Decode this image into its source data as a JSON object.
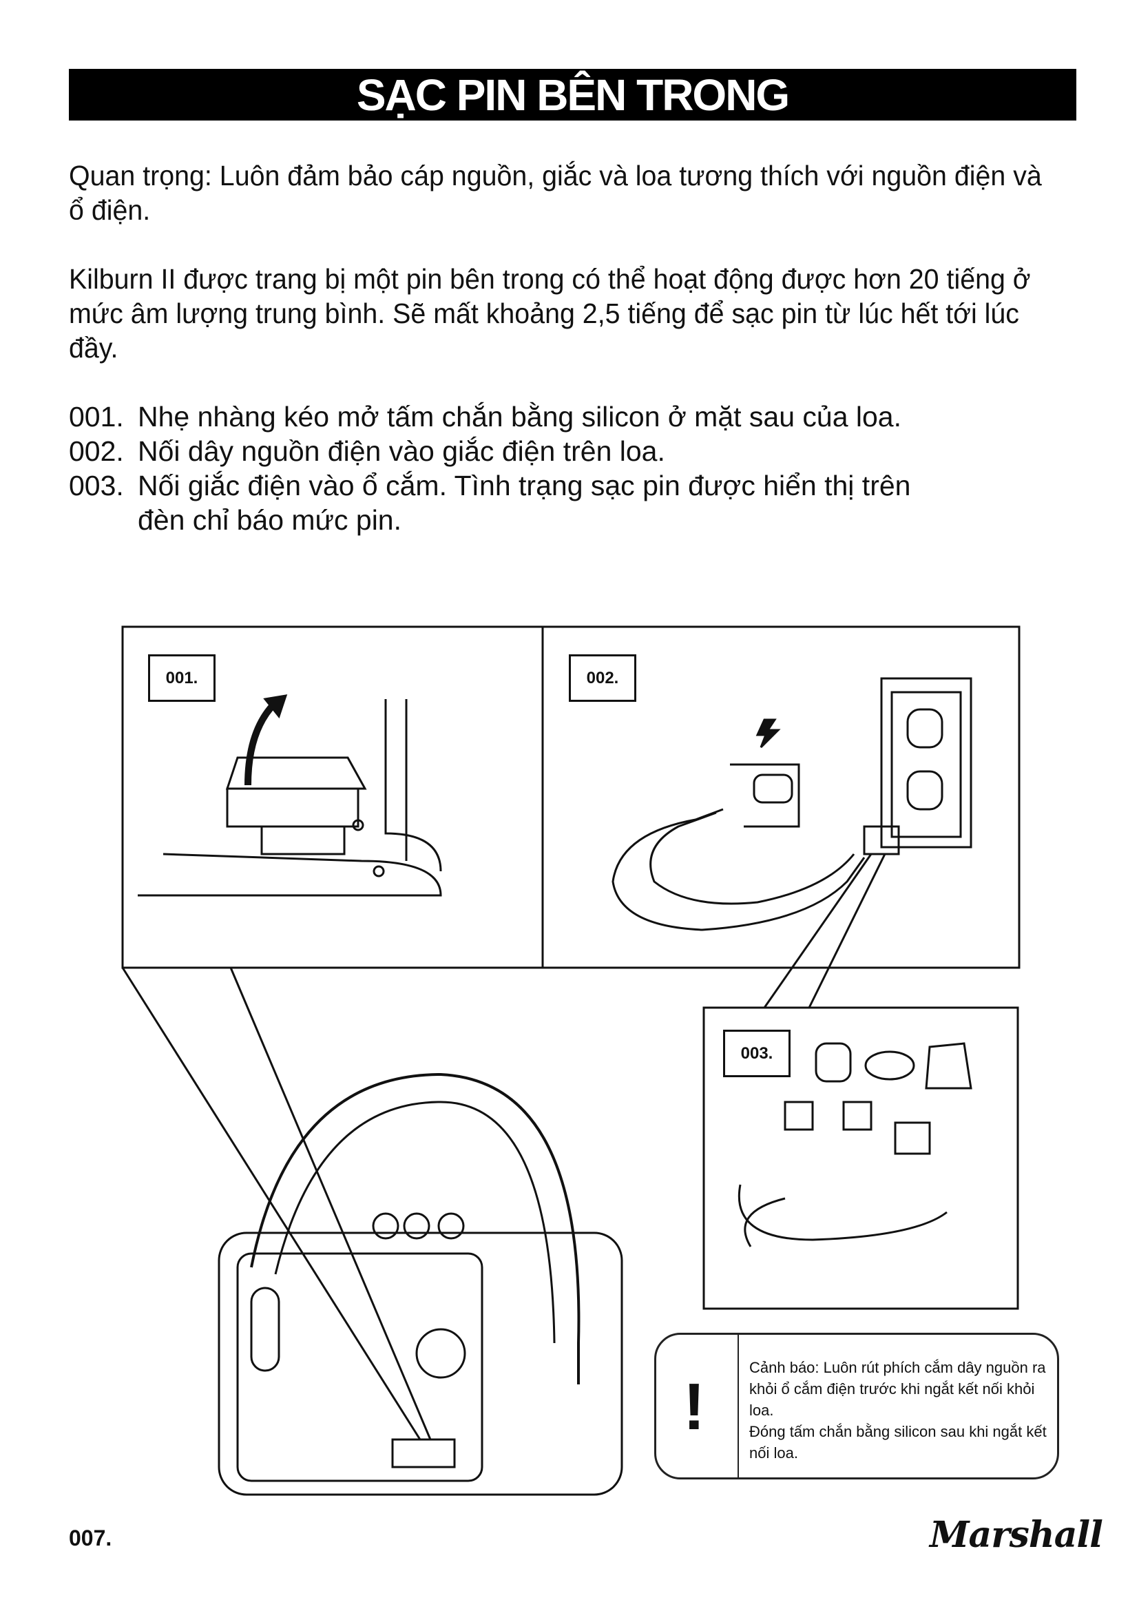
{
  "title": "SẠC PIN BÊN TRONG",
  "paragraphs": [
    "Quan trọng: Luôn đảm bảo cáp nguồn, giắc và loa tương thích với nguồn điện và ổ điện.",
    "Kilburn II được trang bị một pin bên trong có thể hoạt động được hơn 20 tiếng ở mức âm lượng trung bình. Sẽ mất khoảng 2,5 tiếng để sạc pin từ lúc hết tới lúc đầy."
  ],
  "steps": [
    {
      "num": "001.",
      "text": "Nhẹ nhàng kéo mở tấm chắn bằng silicon ở mặt sau của loa."
    },
    {
      "num": "002.",
      "text": "Nối dây nguồn điện vào giắc điện trên loa."
    },
    {
      "num": "003.",
      "text": "Nối giắc điện vào ổ cắm. Tình trạng sạc pin được hiển thị trên",
      "text2": "đèn chỉ báo mức pin."
    }
  ],
  "figure_labels": [
    "001.",
    "002.",
    "003."
  ],
  "warning": {
    "icon": "exclamation-icon",
    "line1": "Cảnh báo: Luôn rút phích cắm dây nguồn ra khỏi ổ cắm điện trước khi ngắt kết nối khỏi loa.",
    "line2": "Đóng tấm chắn bằng silicon sau khi ngắt kết nối loa."
  },
  "page_number": "007.",
  "brand": "Marshall"
}
